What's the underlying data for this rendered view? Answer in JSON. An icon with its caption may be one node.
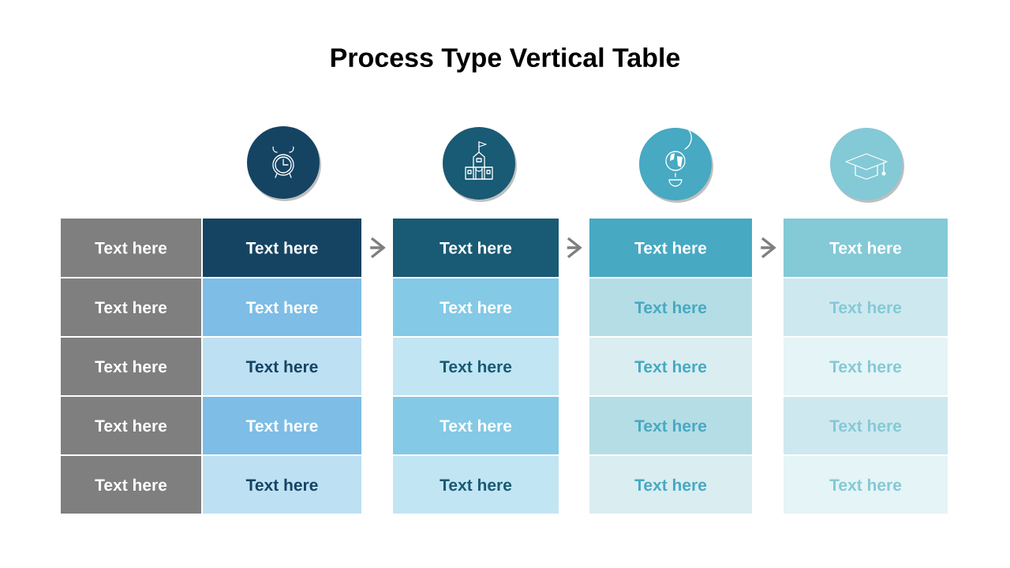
{
  "diagram": {
    "title": "Process Type Vertical Table",
    "nodes": [
      {
        "text": [
          "Text here"
        ]
      },
      {
        "text": [
          "Text here"
        ]
      },
      {
        "text": [
          "Text here"
        ]
      },
      {
        "text": [
          "Text here"
        ]
      },
      {
        "text": [
          "Text here"
        ]
      },
      {
        "text": [
          "Text here"
        ]
      },
      {
        "text": [
          "Text here"
        ]
      },
      {
        "text": [
          "Text here"
        ]
      },
      {
        "text": [
          "Text here"
        ]
      },
      {
        "text": [
          "Text here"
        ]
      },
      {
        "text": [
          "Text here"
        ]
      },
      {
        "text": [
          "Text here"
        ]
      },
      {
        "text": [
          "Text here"
        ]
      },
      {
        "text": [
          "Text here"
        ]
      },
      {
        "text": [
          "Text here"
        ]
      },
      {
        "text": [
          "Text here"
        ]
      },
      {
        "text": [
          "Text here"
        ]
      },
      {
        "text": [
          "Text here"
        ]
      },
      {
        "text": [
          "Text here"
        ]
      },
      {
        "text": [
          "Text here"
        ]
      },
      {
        "text": [
          "Text here"
        ]
      },
      {
        "text": [
          "Text here"
        ]
      },
      {
        "text": [
          "Text here"
        ]
      },
      {
        "text": [
          "Text here"
        ]
      },
      {
        "text": [
          "Text here"
        ]
      }
    ],
    "edges": [
      {
        "from": 1,
        "to": 2,
        "arrow": "to"
      },
      {
        "from": 2,
        "to": 3,
        "arrow": "to"
      },
      {
        "from": 3,
        "to": 4,
        "arrow": "to"
      }
    ]
  }
}
